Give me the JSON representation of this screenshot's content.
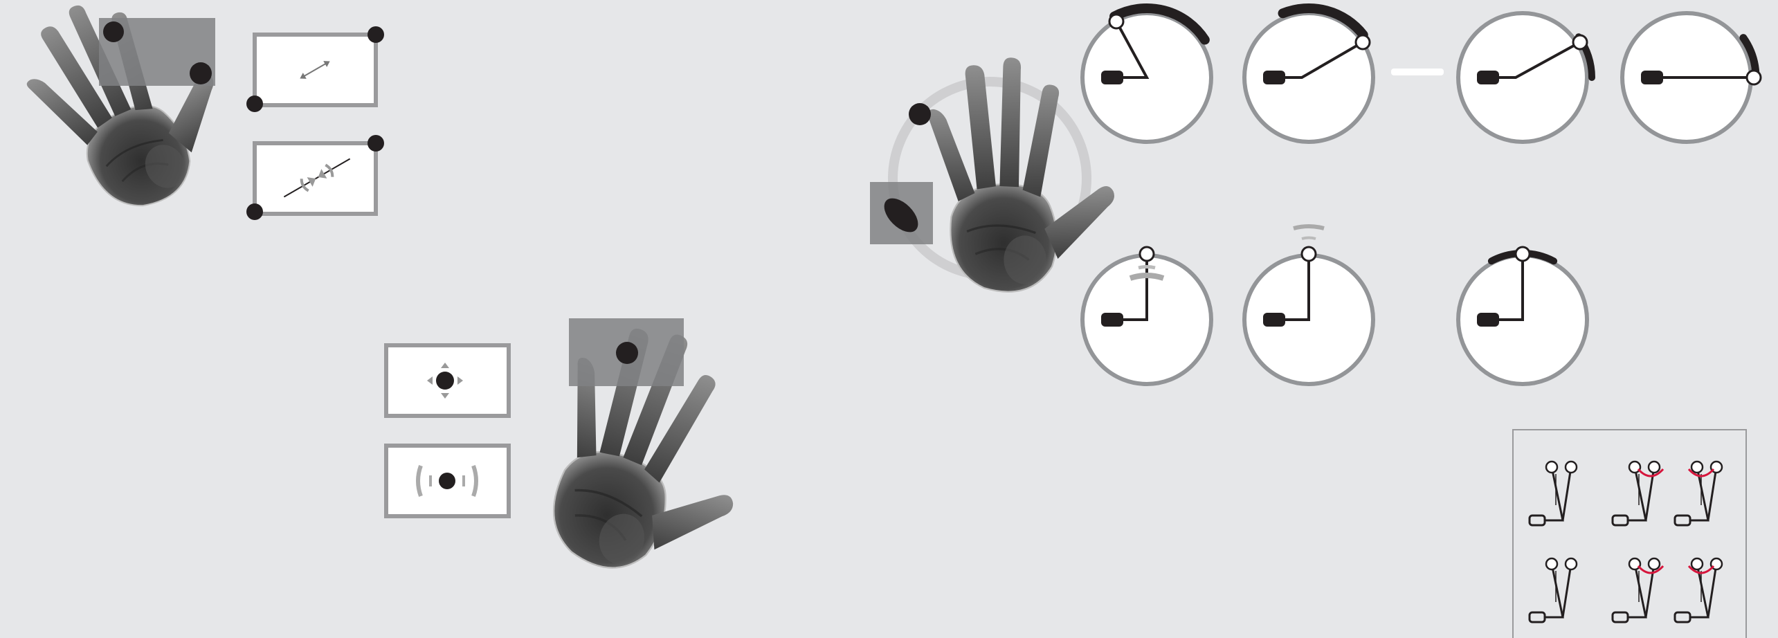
{
  "colors": {
    "background": "#e6e7e9",
    "ink": "#231f20",
    "ring": "#939598",
    "panel_border": "#9a9a9c",
    "touch_area": "#808184",
    "hand_dark": "#3a3a3a",
    "hand_light": "#8a8a8a",
    "dash_light": "#ffffff",
    "accent_red": "#d6153c"
  },
  "icons": {
    "resize": "double-arrow-icon",
    "zoom": "pinch-zoom-icon",
    "move": "four-way-move-icon",
    "vibrate": "vibrating-dot-icon",
    "finger_joint": "joint-circle-icon"
  },
  "panels": {
    "top_left": [
      "resize",
      "zoom"
    ],
    "center": [
      "move",
      "vibrate"
    ]
  },
  "dials_top": [
    {
      "name": "dial-1",
      "arc": "heavy",
      "tip": "upper-left"
    },
    {
      "name": "dial-2",
      "arc": "heavy",
      "tip": "upper-right"
    },
    {
      "name": "dial-3",
      "arc": "light",
      "tip": "upper-right"
    },
    {
      "name": "dial-4",
      "arc": "right",
      "tip": "right"
    }
  ],
  "dials_bottom": [
    {
      "name": "dial-5",
      "mark": "short-arcs"
    },
    {
      "name": "dial-6",
      "mark": "top-arcs"
    },
    {
      "name": "dial-7",
      "mark": "heavy-top-arc"
    }
  ],
  "legend": {
    "rows": 2,
    "columns": 3,
    "red_markers": 4
  }
}
